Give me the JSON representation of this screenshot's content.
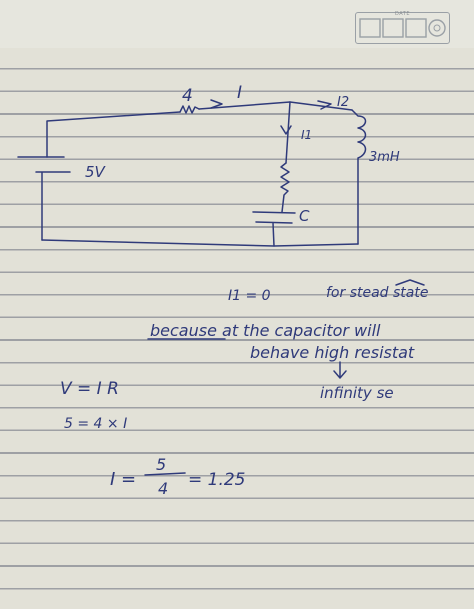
{
  "notebook": {
    "logo_text": "DATE"
  },
  "circuit": {
    "resistor_top_value": "4",
    "current_main": "I",
    "current_branch_2": "I2",
    "current_branch_1": "I1",
    "source_voltage": "5V",
    "inductor_value": "3mH",
    "capacitor_label": "C"
  },
  "notes": {
    "line_1_eq": "I1 = 0",
    "line_1_text": "for stead state",
    "line_2": "because at the capacitor will",
    "line_3": "behave high resistat",
    "line_4": "infinity se",
    "ohm_law": "V = I R",
    "substitution": "5 = 4 × I",
    "result_lhs": "I =",
    "result_numerator": "5",
    "result_denominator": "4",
    "result_rhs": "= 1.25"
  }
}
